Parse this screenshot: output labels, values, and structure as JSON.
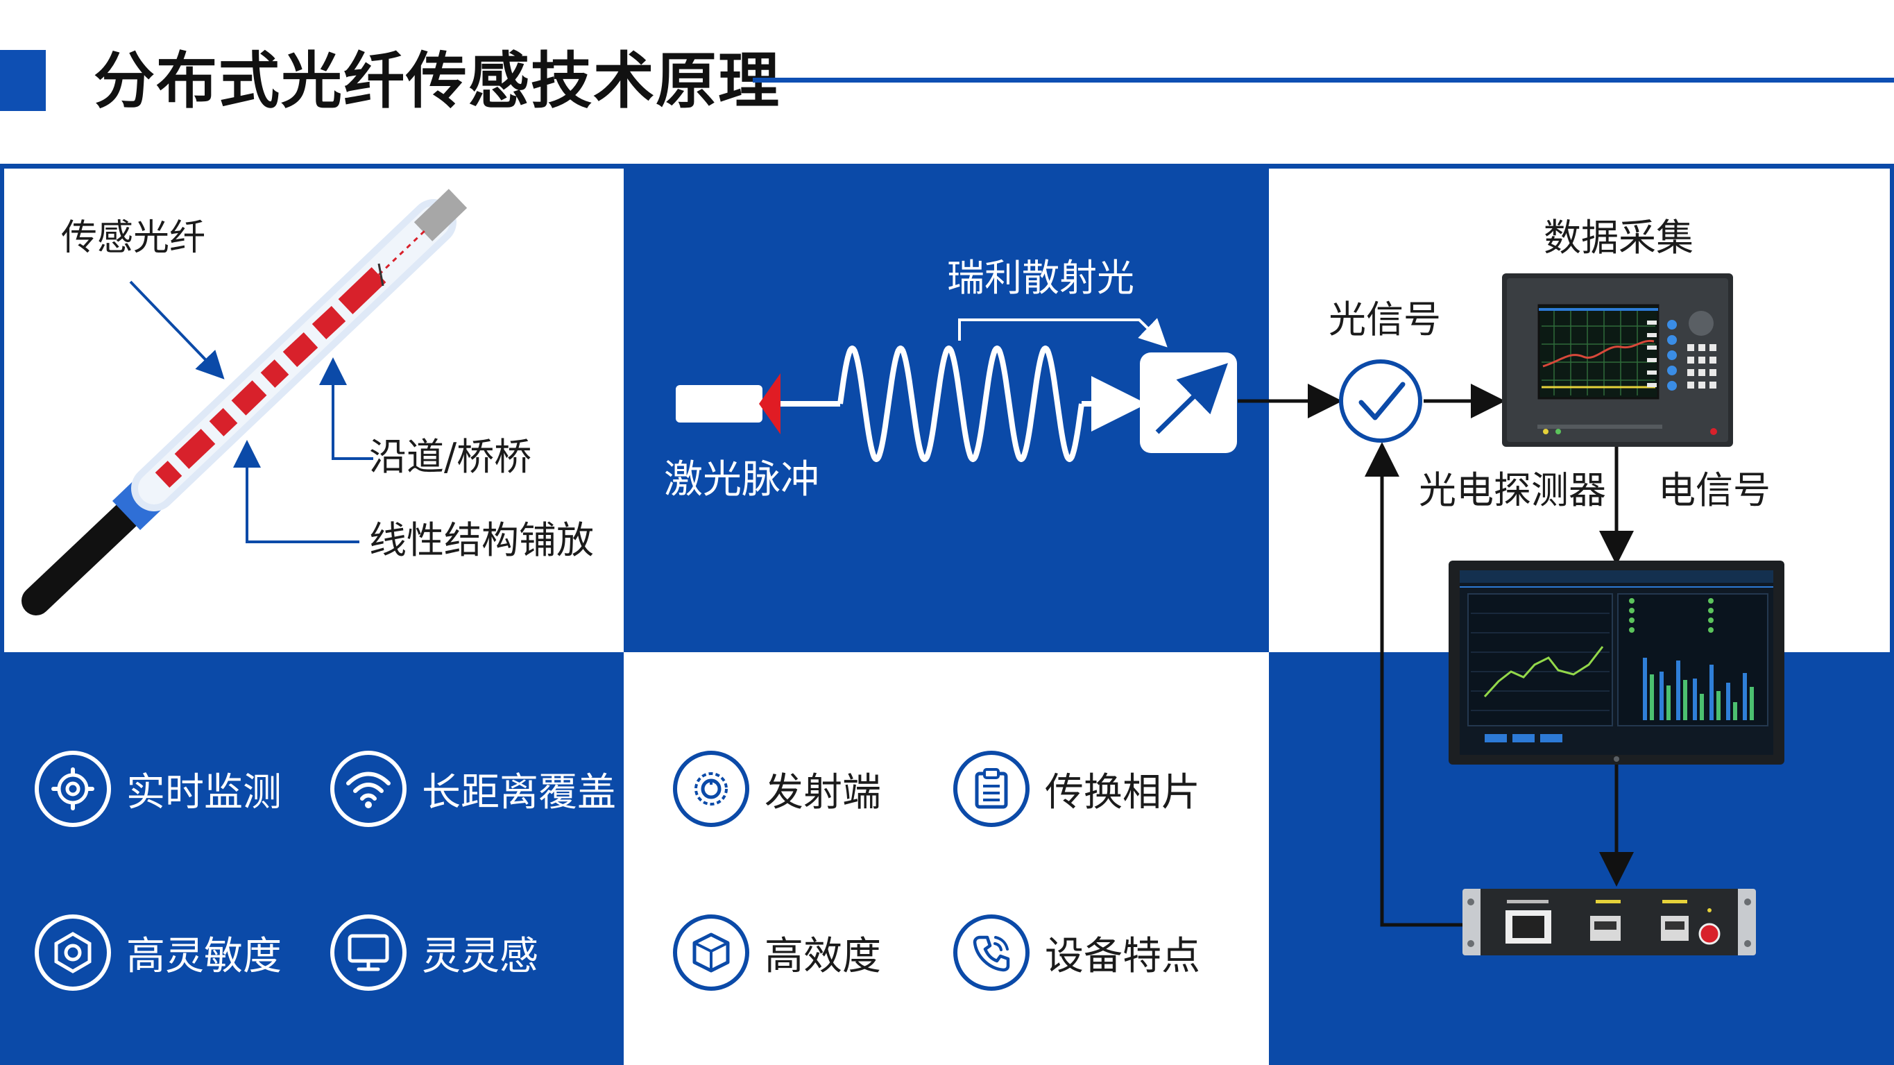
{
  "header": {
    "title": "分布式光纤传感技术原理"
  },
  "fiber_panel": {
    "fiber_label": "传感光纤",
    "conduit_label": "沿道/桥桥",
    "layout_label": "线性结构铺放"
  },
  "signal_panel": {
    "laser_label": "激光脉冲",
    "scatter_label": "瑞利散射光"
  },
  "system_panel": {
    "optical_signal_label": "光信号",
    "data_acq_label": "数据采集",
    "detector_label": "光电探测器",
    "electrical_signal_label": "电信号"
  },
  "features_left": [
    {
      "label": "实时监测",
      "icon": "gear-monitor-icon"
    },
    {
      "label": "长距离覆盖",
      "icon": "wifi-icon"
    },
    {
      "label": "高灵敏度",
      "icon": "hexagon-nut-icon"
    },
    {
      "label": "灵灵感",
      "icon": "monitor-icon"
    }
  ],
  "features_mid": [
    {
      "label": "发射端",
      "icon": "emitter-icon"
    },
    {
      "label": "传换相片",
      "icon": "clipboard-icon"
    },
    {
      "label": "高效度",
      "icon": "box-icon"
    },
    {
      "label": "设备特点",
      "icon": "phone-icon"
    }
  ],
  "colors": {
    "primary_blue": "#0b4aa8",
    "fiber_red": "#d8212b",
    "white": "#ffffff"
  }
}
